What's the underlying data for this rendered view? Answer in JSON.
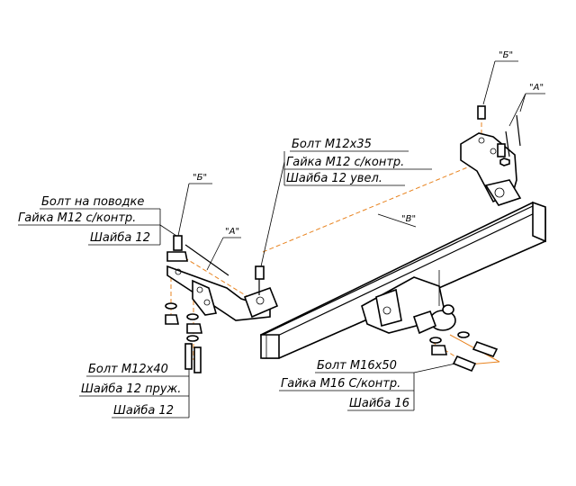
{
  "labels": {
    "bolt_lead_group": [
      "Болт на поводке",
      "Гайка М12 с/контр.",
      "Шайба 12"
    ],
    "bolt_m12x35_group": [
      "Болт М12х35",
      "Гайка М12 с/контр.",
      "Шайба 12 увел."
    ],
    "bolt_m12x40_group": [
      "Болт М12х40",
      "Шайба 12 пруж.",
      "Шайба 12"
    ],
    "bolt_m16x50_group": [
      "Болт М16х50",
      "Гайка М16 С/контр.",
      "Шайба 16"
    ]
  },
  "callouts": {
    "b_top_right": "\"Б\"",
    "a_top_right": "\"А\"",
    "b_left": "\"Б\"",
    "a_left": "\"А\"",
    "v_center": "\"В\""
  },
  "colors": {
    "line": "#000000",
    "assembly_guide": "#e8831f",
    "background": "#ffffff"
  }
}
